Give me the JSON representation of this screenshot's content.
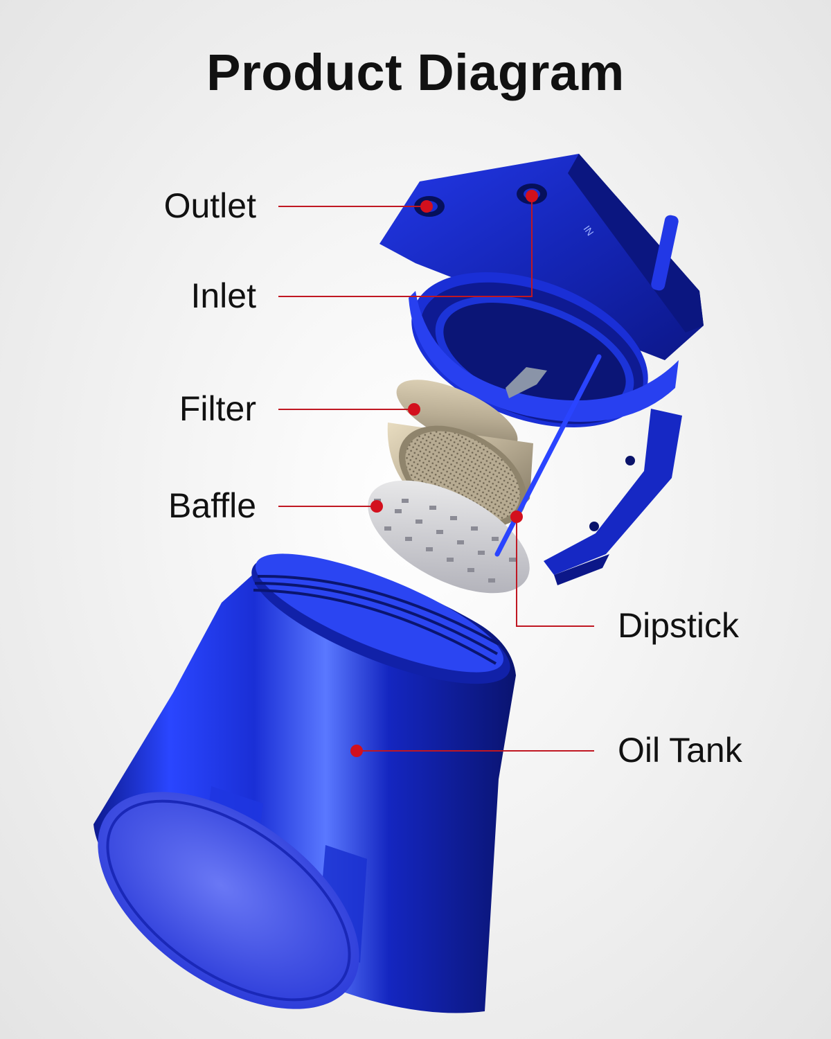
{
  "title": "Product Diagram",
  "labels": {
    "outlet": "Outlet",
    "inlet": "Inlet",
    "filter": "Filter",
    "baffle": "Baffle",
    "dipstick": "Dipstick",
    "oil_tank": "Oil Tank"
  },
  "part_marking": "IN",
  "colors": {
    "product_blue": "#1a2fd6",
    "leader_red": "#c01722",
    "filter_silver": "#b9ad94",
    "text": "#111111"
  }
}
